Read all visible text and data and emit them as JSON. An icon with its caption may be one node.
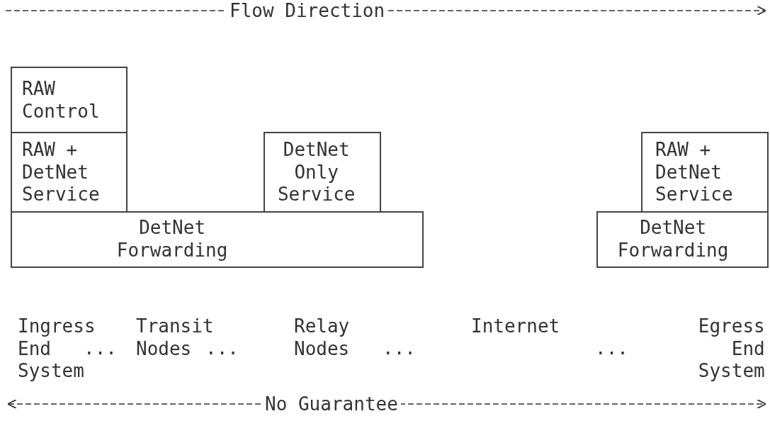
{
  "diagram": {
    "nodes": [
      {
        "text": [
          "RAW Control"
        ]
      },
      {
        "text": [
          "RAW + DetNet Service"
        ]
      },
      {
        "text": [
          "DetNet Only Service"
        ]
      },
      {
        "text": [
          "RAW + DetNet Service"
        ]
      },
      {
        "text": [
          "DetNet Forwarding"
        ]
      },
      {
        "text": [
          "DetNet Forwarding"
        ]
      }
    ],
    "labels": [
      "Flow Direction",
      "Ingress End System",
      "...",
      "Transit Nodes",
      "...",
      "Relay Nodes",
      "...",
      "Internet",
      "...",
      "Egress End System",
      "No Guarantee"
    ]
  }
}
